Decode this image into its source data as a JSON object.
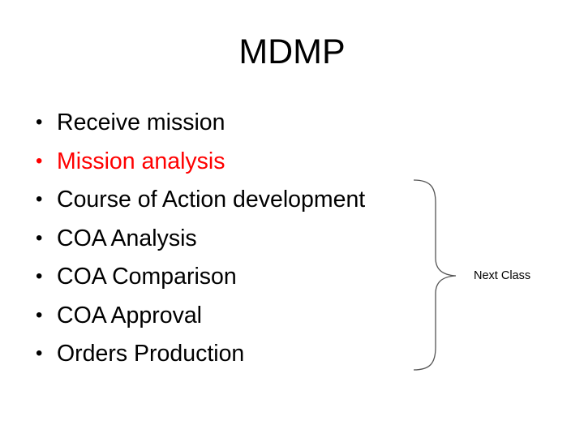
{
  "slide": {
    "title": "MDMP",
    "bullet_glyph": "•",
    "bullets": [
      {
        "label": "Receive mission",
        "color": "#000000"
      },
      {
        "label": "Mission analysis",
        "color": "#ff0000"
      },
      {
        "label": "Course of Action development",
        "color": "#000000"
      },
      {
        "label": "COA Analysis",
        "color": "#000000"
      },
      {
        "label": "COA Comparison",
        "color": "#000000"
      },
      {
        "label": "COA Approval",
        "color": "#000000"
      },
      {
        "label": "Orders Production",
        "color": "#000000"
      }
    ],
    "brace": {
      "icon": "right-curly-brace-icon",
      "color": "#555555"
    },
    "brace_label": "Next Class"
  }
}
